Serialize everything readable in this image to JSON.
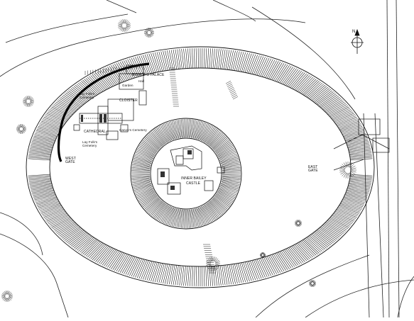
{
  "map": {
    "labels": {
      "bishops_palace": "BISHOP'S PALACE",
      "garden": "Garden",
      "hall": "Hall",
      "lay_folks_cemetery_north": "Lay Folk's Cemetery",
      "cloister": "CLOISTER",
      "cathedral": "CATHEDRAL",
      "canons_cemetery": "Canon's Cemetery",
      "lay_folks_cemetery_south": "Lay Folk's Cemetery",
      "west_gate": "WEST GATE",
      "east_gate": "EAST GATE",
      "inner_bailey": "INNER BAILEY",
      "castle": "CASTLE",
      "north_letter": "N"
    },
    "icons": {
      "north_arrow": "compass-north-icon"
    },
    "colors": {
      "ink": "#111111",
      "paper": "#ffffff"
    }
  }
}
